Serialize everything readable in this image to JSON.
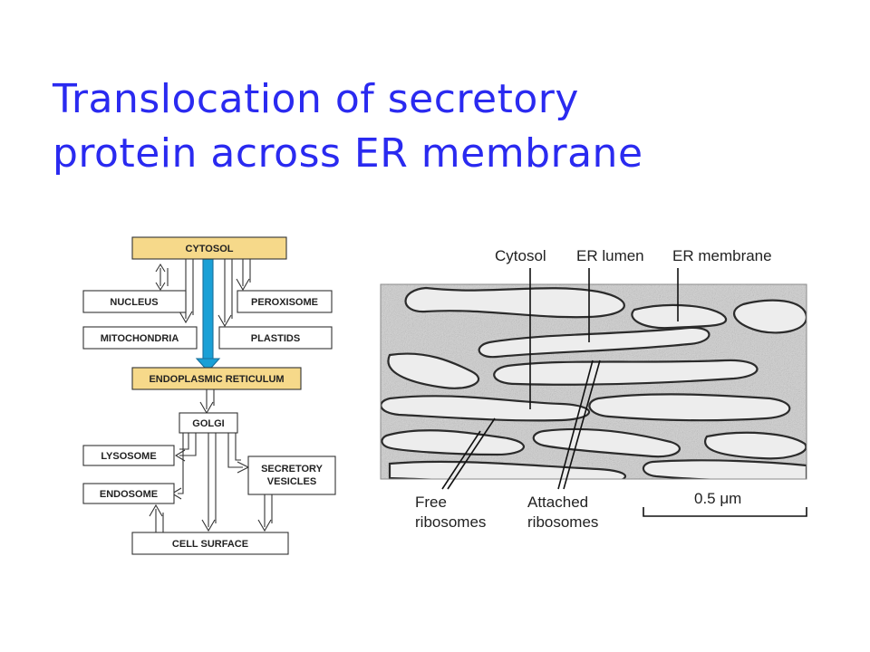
{
  "title": {
    "line1": "Translocation of secretory",
    "line2": "protein across ER membrane"
  },
  "flowchart": {
    "cytosol": "CYTOSOL",
    "nucleus": "NUCLEUS",
    "peroxisome": "PEROXISOME",
    "mitochondria": "MITOCHONDRIA",
    "plastids": "PLASTIDS",
    "er": "ENDOPLASMIC RETICULUM",
    "golgi": "GOLGI",
    "lysosome": "LYSOSOME",
    "secretory_line1": "SECRETORY",
    "secretory_line2": "VESICLES",
    "endosome": "ENDOSOME",
    "cell_surface": "CELL SURFACE"
  },
  "micrograph": {
    "cytosol": "Cytosol",
    "er_lumen": "ER lumen",
    "er_membrane": "ER membrane",
    "free_line1": "Free",
    "free_line2": "ribosomes",
    "attached_line1": "Attached",
    "attached_line2": "ribosomes",
    "scale_label": "0.5 μm"
  },
  "colors": {
    "title": "#2a2af0",
    "highlight_box": "#f6d98a",
    "main_arrow": "#1aa0d6"
  }
}
